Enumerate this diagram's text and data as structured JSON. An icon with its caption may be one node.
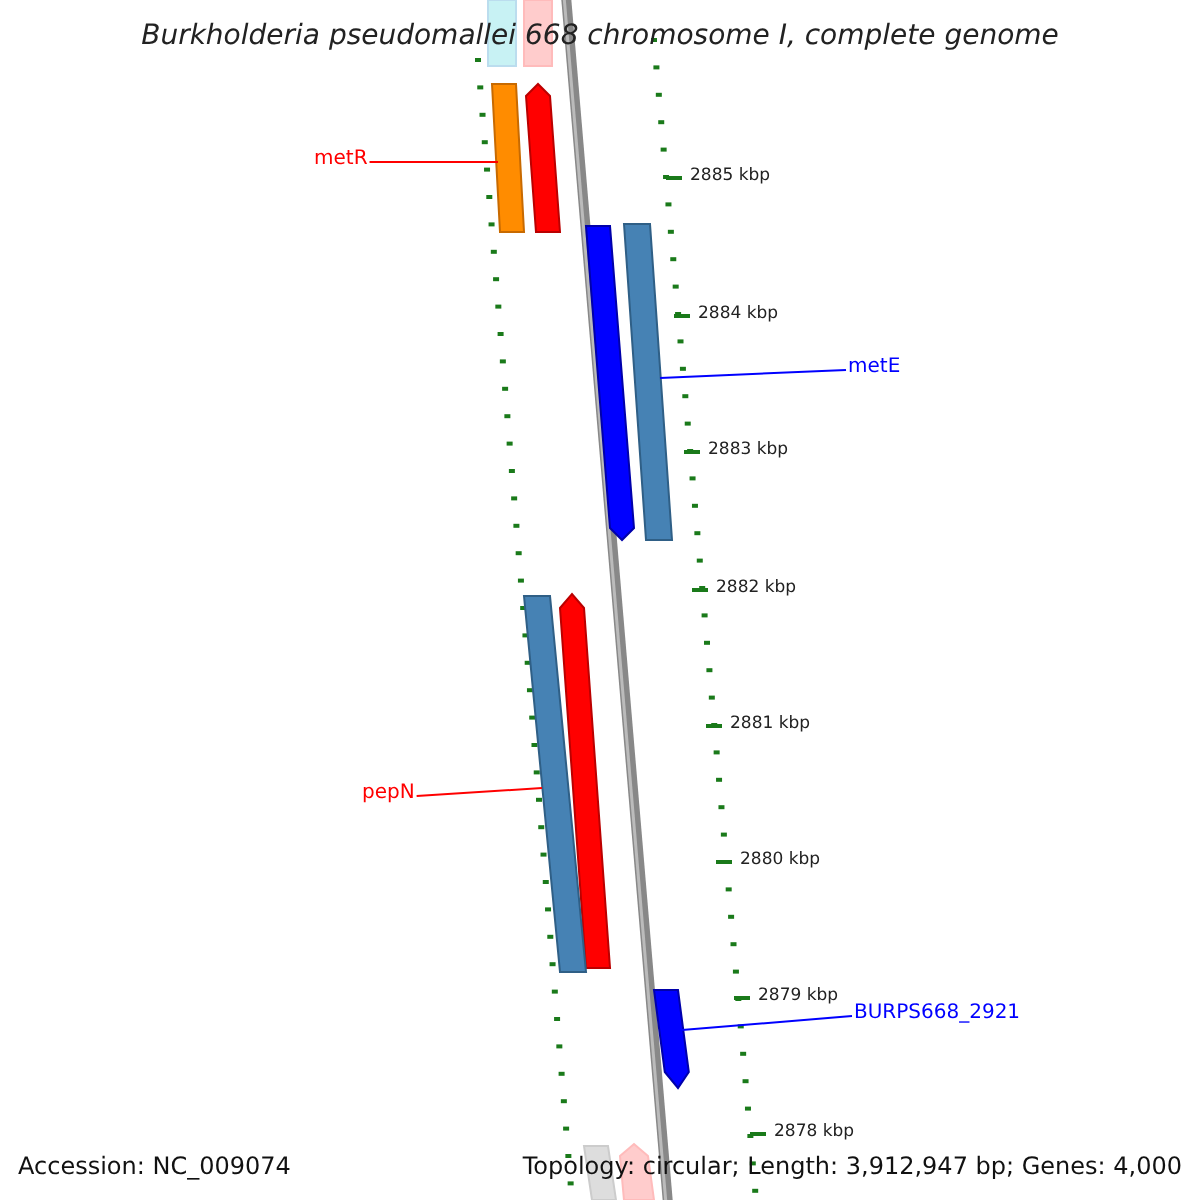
{
  "diagram": {
    "title": "Burkholderia pseudomallei 668 chromosome I, complete genome",
    "nodes": [
      {
        "text": [
          "metR"
        ]
      },
      {
        "text": [],
        "shape": "bar"
      },
      {
        "text": [
          "metE"
        ]
      },
      {
        "text": [],
        "shape": "bar"
      },
      {
        "text": [
          "pepN"
        ]
      },
      {
        "text": [],
        "shape": "bar"
      },
      {
        "text": [
          "BURPS668_2921"
        ]
      },
      {
        "text": [],
        "shape": "arrow"
      }
    ],
    "edges": [
      {
        "from": 0,
        "to": 1,
        "arrow": "none",
        "color": "#ff0000"
      },
      {
        "from": 2,
        "to": 3,
        "arrow": "none",
        "color": "#0000ff"
      },
      {
        "from": 4,
        "to": 5,
        "arrow": "none",
        "color": "#ff0000"
      },
      {
        "from": 6,
        "to": 7,
        "arrow": "none",
        "color": "#0000ff"
      }
    ],
    "labels": [
      "2885 kbp",
      "2884 kbp",
      "2883 kbp",
      "2882 kbp",
      "2881 kbp",
      "2880 kbp",
      "2879 kbp",
      "2878 kbp",
      "Accession: NC_009074",
      "Topology: circular; Length: 3,912,947 bp; Genes: 4,000"
    ]
  }
}
